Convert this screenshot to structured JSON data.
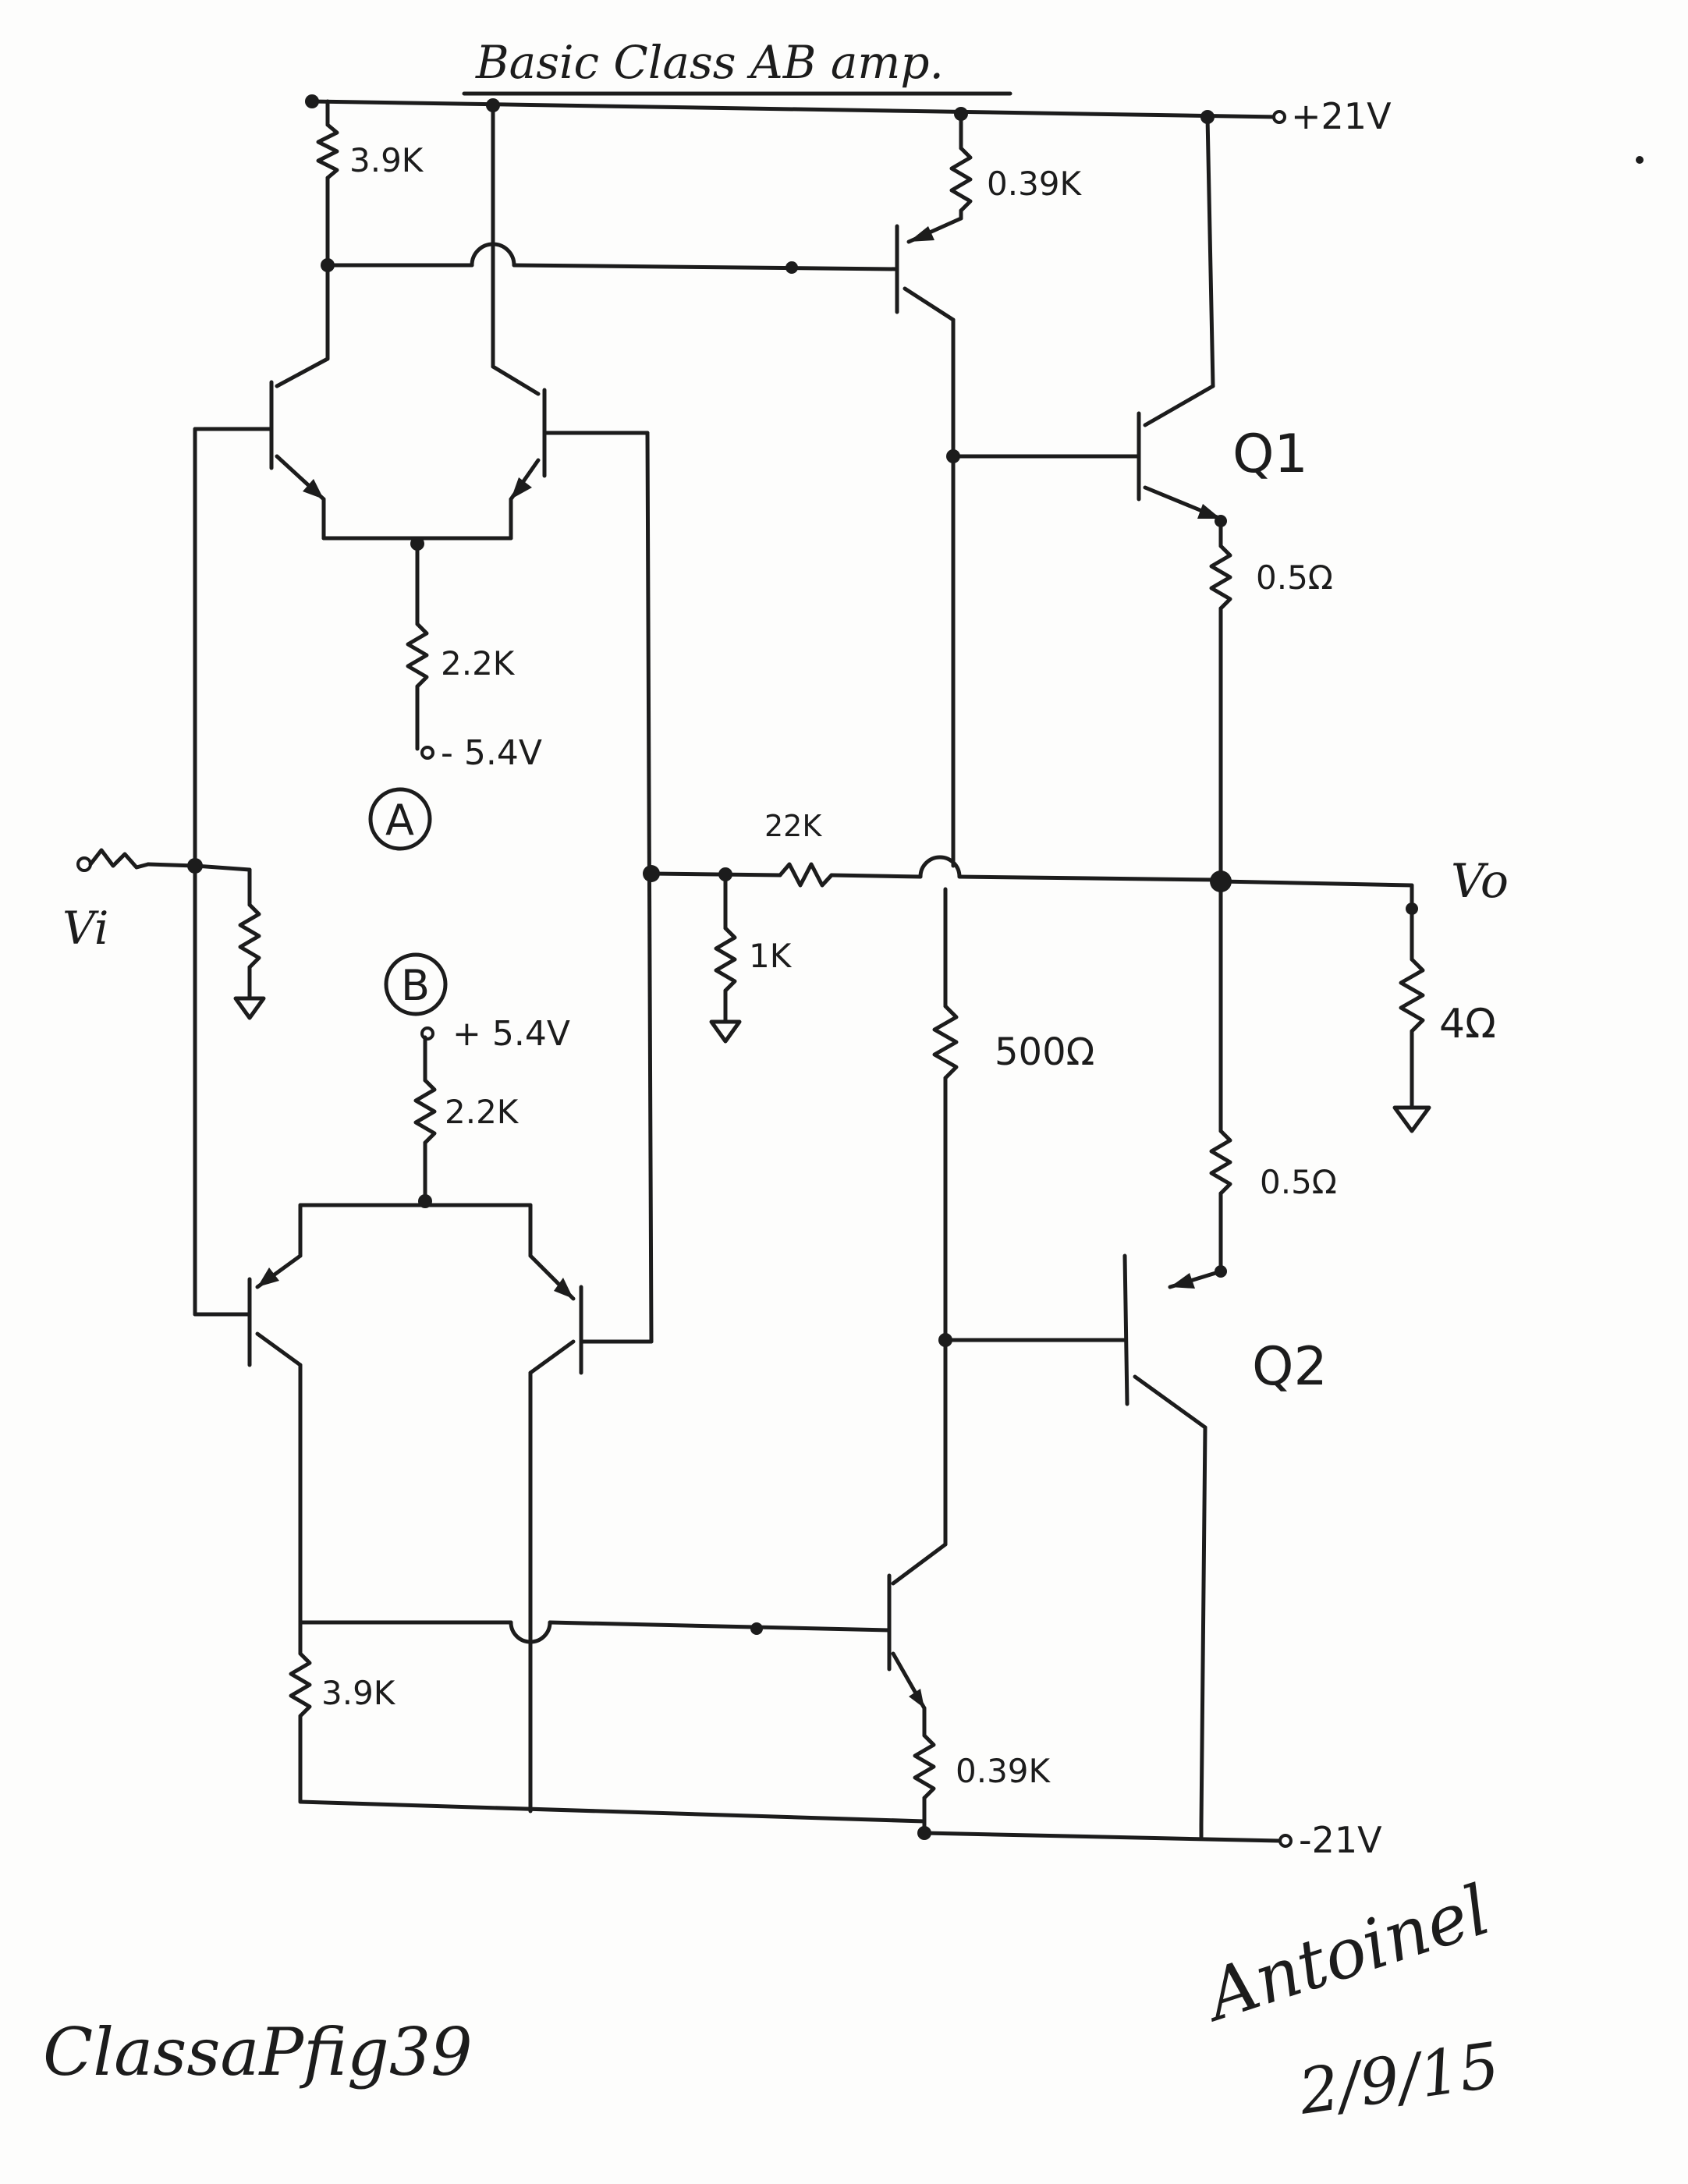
{
  "title": "Basic Class AB amp.",
  "supply": {
    "positive": "+21V",
    "negative": "-21V"
  },
  "bias": {
    "a_voltage": "- 5.4V",
    "b_voltage": "+ 5.4V",
    "a_label": "A",
    "b_label": "B"
  },
  "resistors": {
    "top_left": "3.9K",
    "top_emitter": "0.39K",
    "tail_a": "2.2K",
    "tail_b": "2.2K",
    "feedback": "22K",
    "feedback_shunt": "1K",
    "vbe_mult": "500Ω",
    "q1_emitter": "0.5Ω",
    "q2_emitter": "0.5Ω",
    "load": "4Ω",
    "bottom_left": "3.9K",
    "bottom_emitter": "0.39K"
  },
  "transistors": {
    "q1": "Q1",
    "q2": "Q2"
  },
  "ports": {
    "input": "Vi",
    "output": "Vo"
  },
  "footer": {
    "figure_name": "ClassaPfig39",
    "author": "Antoinel",
    "date": "2/9/15"
  }
}
